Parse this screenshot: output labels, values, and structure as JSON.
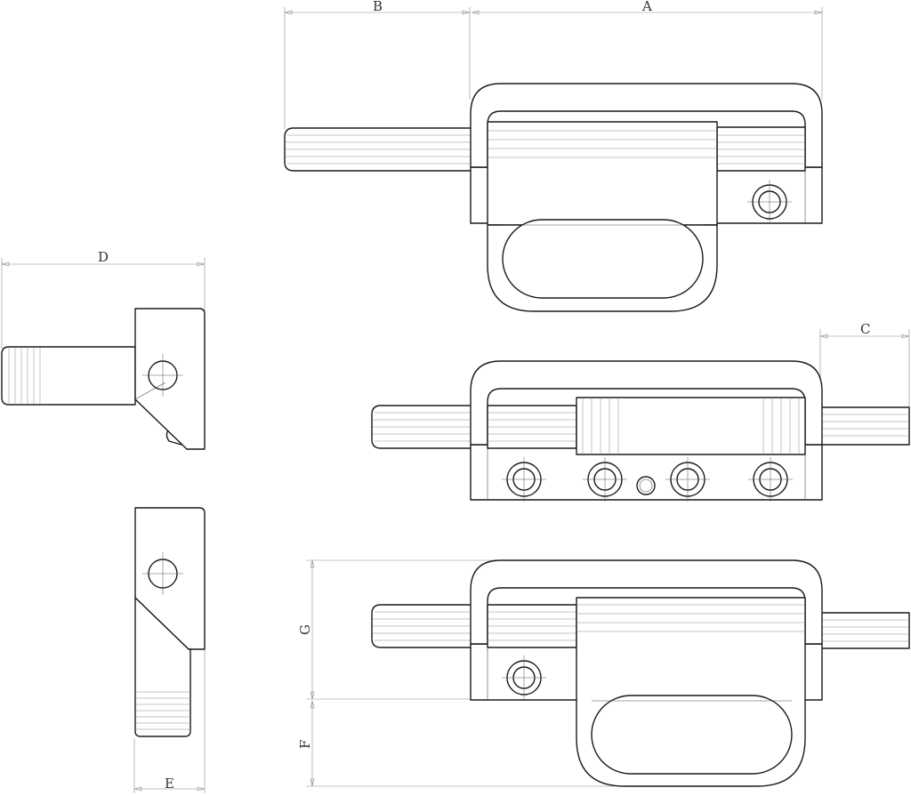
{
  "dimensions": {
    "A": "A",
    "B": "B",
    "C": "C",
    "D": "D",
    "E": "E",
    "F": "F",
    "G": "G"
  },
  "colors": {
    "line": "#1a1a1a",
    "dimension": "#8c8c8c",
    "background": "#ffffff"
  }
}
